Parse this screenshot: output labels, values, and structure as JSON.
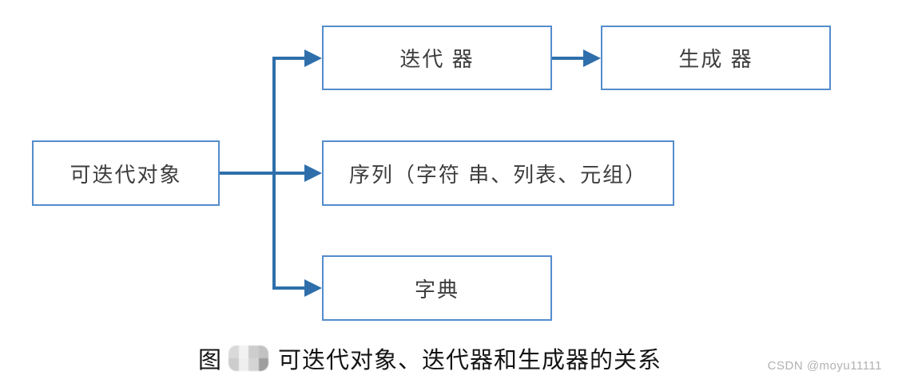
{
  "diagram": {
    "title_implicit": "可迭代对象、迭代器和生成器的关系",
    "nodes": [
      {
        "id": "iterable",
        "label": "可迭代对象"
      },
      {
        "id": "iterator",
        "label": "迭代 器"
      },
      {
        "id": "generator",
        "label": "生成 器"
      },
      {
        "id": "sequence",
        "label": "序列（字符 串、列表、元组）"
      },
      {
        "id": "dictionary",
        "label": "字典"
      }
    ],
    "edges": [
      {
        "from": "iterable",
        "to": "iterator"
      },
      {
        "from": "iterable",
        "to": "sequence"
      },
      {
        "from": "iterable",
        "to": "dictionary"
      },
      {
        "from": "iterator",
        "to": "generator"
      }
    ]
  },
  "caption": {
    "prefix": "图",
    "figure_number_redacted": true,
    "text": "可迭代对象、迭代器和生成器的关系"
  },
  "watermark": "CSDN @moyu11111",
  "colors": {
    "box_border": "#548ccc",
    "arrow": "#2e6fab",
    "node_text": "#3d3d3d",
    "caption_text": "#141414",
    "watermark_text": "#b0b1b3",
    "background": "#ffffff"
  }
}
